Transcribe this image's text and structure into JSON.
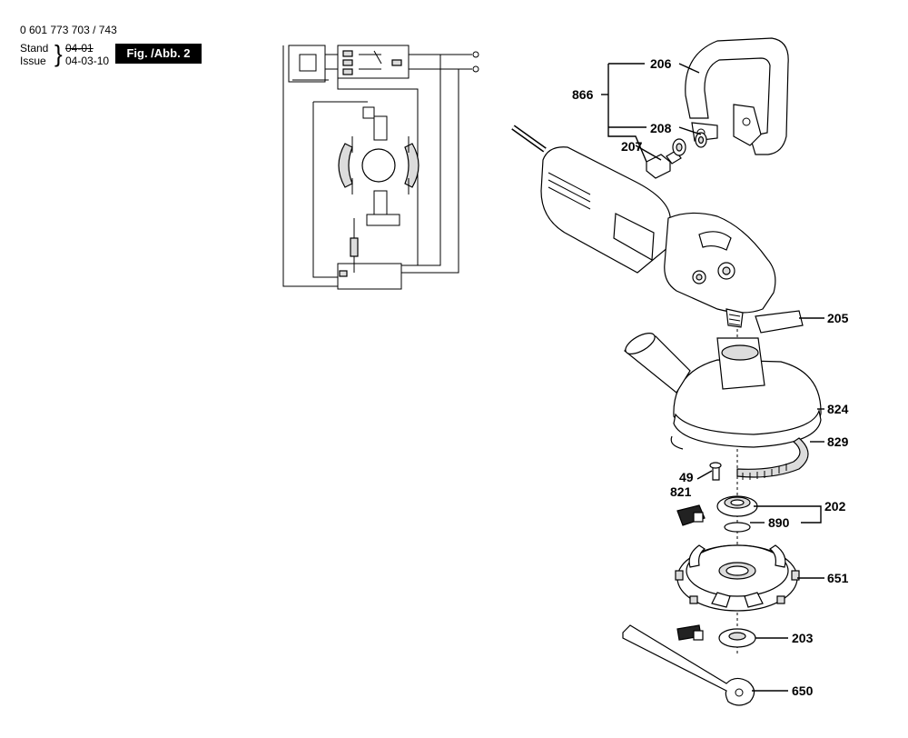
{
  "header": {
    "doc_number": "0 601 773 703 / 743",
    "stand_label": "Stand",
    "issue_label": "Issue",
    "stand_value": "04-01",
    "issue_value": "04-03-10",
    "figure_label": "Fig. /Abb. 2"
  },
  "part_labels": {
    "p206": "206",
    "p866": "866",
    "p208": "208",
    "p207": "207",
    "p205": "205",
    "p824": "824",
    "p829": "829",
    "p49": "49",
    "p821": "821",
    "p202": "202",
    "p890": "890",
    "p651": "651",
    "p203": "203",
    "p650": "650"
  }
}
